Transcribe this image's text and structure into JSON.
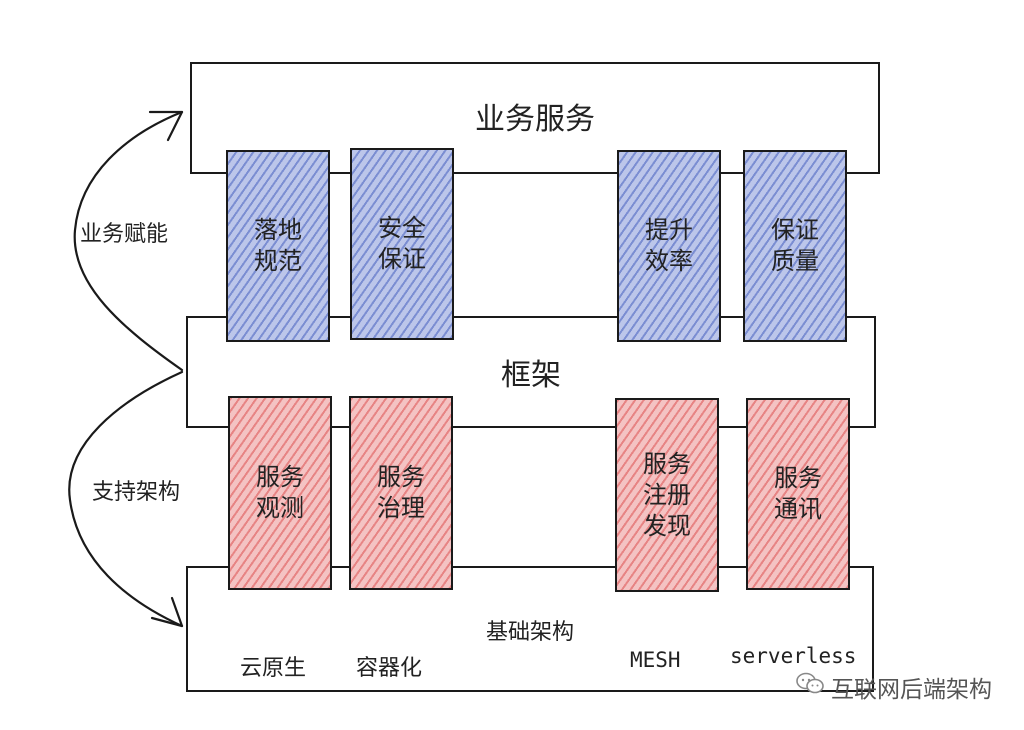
{
  "layers": {
    "business": "业务服务",
    "framework": "框架",
    "infra": "基础架构"
  },
  "side_labels": {
    "enable": "业务赋能",
    "support": "支持架构"
  },
  "blue_blocks": [
    {
      "text": "落地\n规范"
    },
    {
      "text": "安全\n保证"
    },
    {
      "text": "提升\n效率"
    },
    {
      "text": "保证\n质量"
    }
  ],
  "red_blocks": [
    {
      "text": "服务\n观测"
    },
    {
      "text": "服务\n治理"
    },
    {
      "text": "服务\n注册\n发现"
    },
    {
      "text": "服务\n通讯"
    }
  ],
  "infra_items": [
    "云原生",
    "容器化",
    "MESH",
    "serverless"
  ],
  "watermark": {
    "text": "互联网后端架构",
    "icon": "wechat-icon"
  },
  "colors": {
    "blue_fill": "#bcc6ea",
    "blue_hatch": "#465fbe",
    "red_fill": "#f4c3c3",
    "red_hatch": "#dc5050",
    "stroke": "#1a1a1a"
  }
}
